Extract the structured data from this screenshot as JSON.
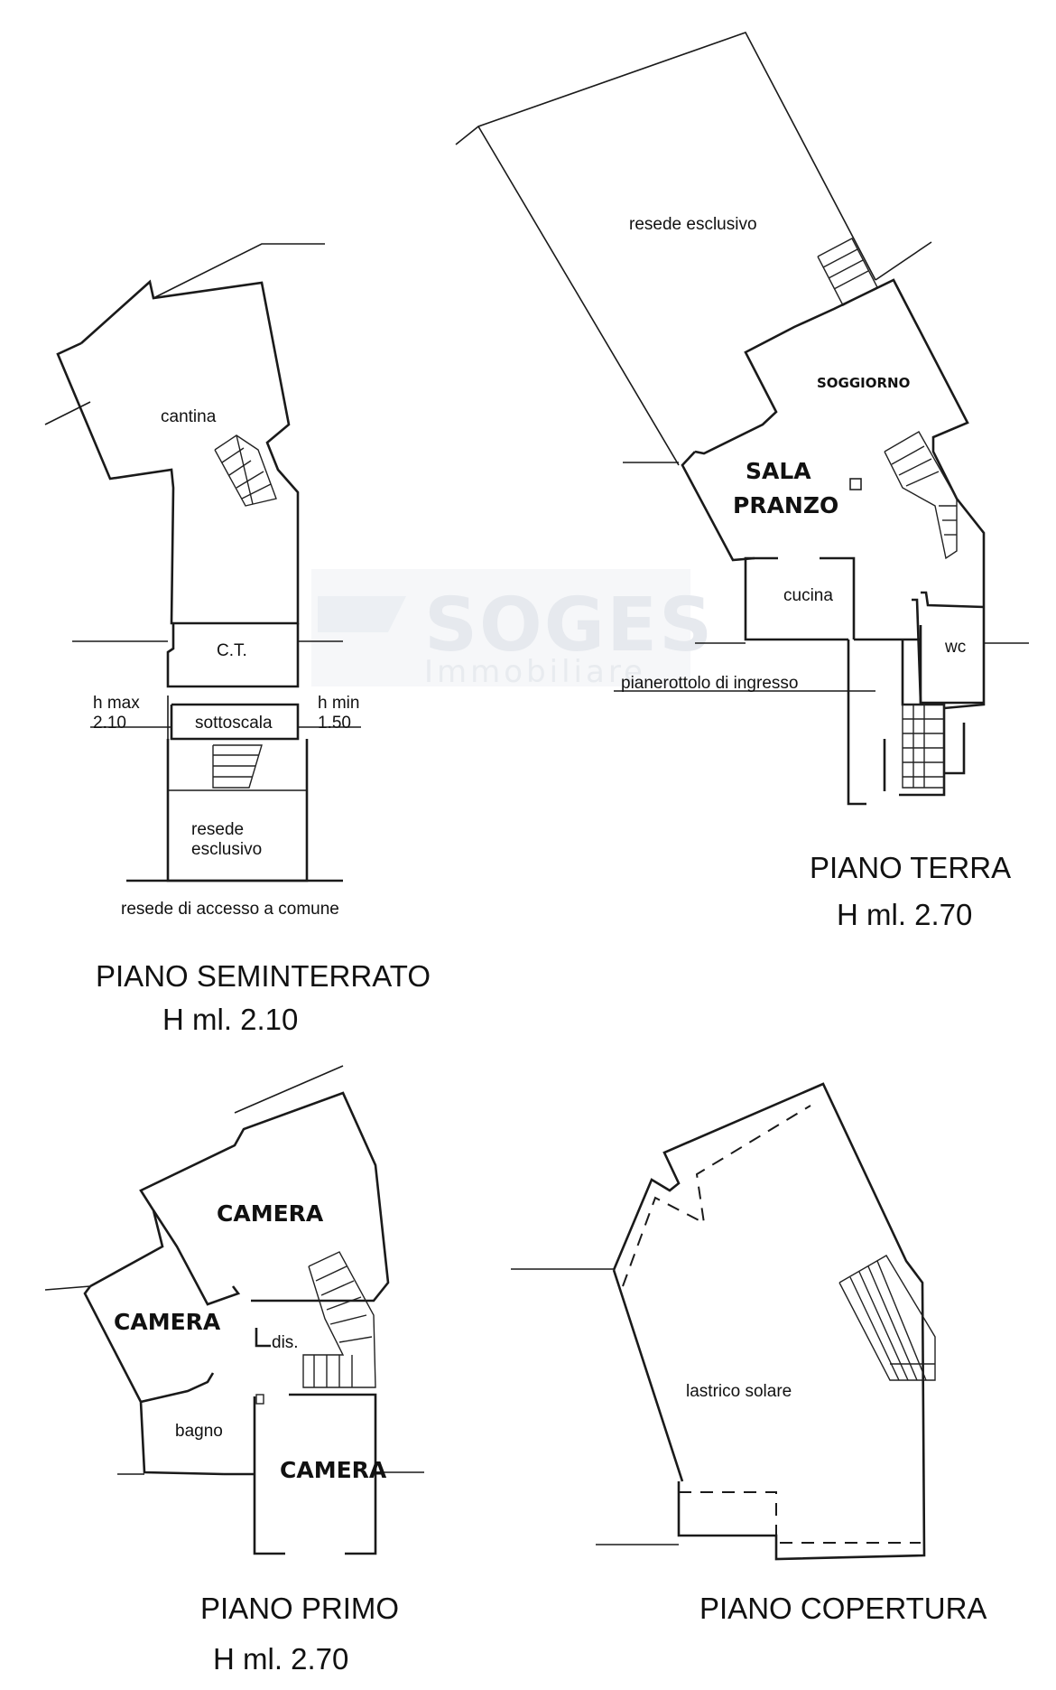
{
  "watermark": {
    "brand": "SOGES",
    "sub": "Immobiliare"
  },
  "seminterrato": {
    "title": "PIANO SEMINTERRATO",
    "height": "H ml. 2.10",
    "rooms": {
      "cantina": "cantina",
      "ct": "C.T.",
      "sottoscala": "sottoscala",
      "resede_1": "resede",
      "resede_2": "esclusivo",
      "accesso": "resede di accesso a comune"
    },
    "hmax_label": "h max",
    "hmax_value": "2.10",
    "hmin_label": "h min",
    "hmin_value": "1.50"
  },
  "terra": {
    "title": "PIANO TERRA",
    "height": "H ml. 2.70",
    "rooms": {
      "resede": "resede esclusivo",
      "soggiorno": "SOGGIORNO",
      "sala": "SALA",
      "pranzo": "PRANZO",
      "cucina": "cucina",
      "wc": "wc",
      "pianerottolo": "pianerottolo di ingresso"
    }
  },
  "primo": {
    "title": "PIANO PRIMO",
    "height": "H ml. 2.70",
    "rooms": {
      "camera_top": "CAMERA",
      "camera_left": "CAMERA",
      "camera_bottom": "CAMERA",
      "dis": "dis.",
      "bagno": "bagno"
    }
  },
  "copertura": {
    "title": "PIANO COPERTURA",
    "rooms": {
      "lastrico": "lastrico solare"
    }
  }
}
